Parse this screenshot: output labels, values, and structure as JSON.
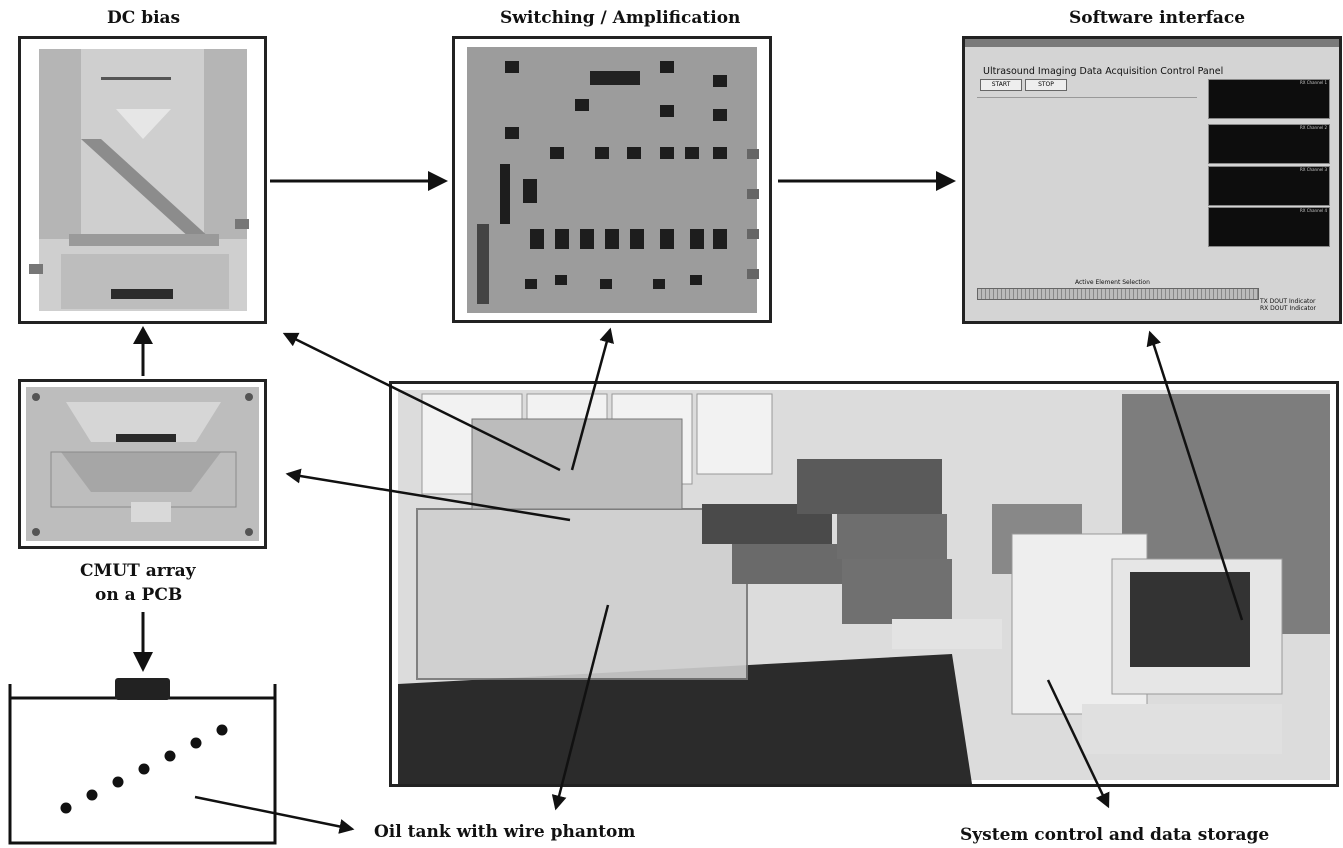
{
  "labels": {
    "dc_bias": "DC bias",
    "switching": "Switching / Amplification",
    "software": "Software interface",
    "cmut_line1": "CMUT array",
    "cmut_line2": "on a PCB",
    "oil_tank": "Oil tank with wire phantom",
    "system": "System control and data storage"
  },
  "software_panel": {
    "title": "Ultrasound Imaging Data Acquisition Control Panel",
    "start": "START",
    "stop": "STOP",
    "active_selection": "Active Element Selection",
    "tx_indicator": "TX DOUT Indicator",
    "rx_indicator": "RX DOUT Indicator",
    "channels": [
      "RX Channel 1",
      "RX Channel 2",
      "RX Channel 3",
      "RX Channel 4"
    ]
  },
  "colors": {
    "frame": "#222222",
    "arrow": "#111111",
    "pcb_light": "#d9d9d9",
    "pcb_dark": "#6e6e6e",
    "plot_bg": "#0d0d0d"
  }
}
